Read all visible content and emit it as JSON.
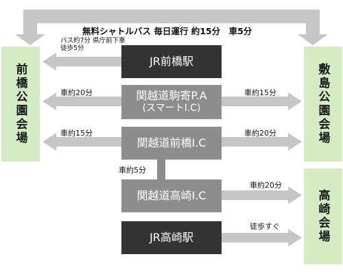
{
  "shuttle": {
    "text": "無料シャトルバス 毎日運行 約15分　車5分"
  },
  "venues": {
    "maebashi": "前橋公園会場",
    "shikishima": "敷島公園会場",
    "takasaki": "高崎会場"
  },
  "boxes": {
    "jr_maebashi": "JR前橋駅",
    "komayose_line1": "関越道駒寄P.A",
    "komayose_line2": "(スマートI.C)",
    "maebashi_ic": "関越道前橋I.C",
    "takasaki_ic": "関越道高崎I.C",
    "jr_takasaki": "JR高崎駅"
  },
  "labels": {
    "jr_maebashi_line1": "バス約7分 県庁前下車",
    "jr_maebashi_line2": "徒歩5分",
    "komayose_left": "車約20分",
    "komayose_right": "車約15分",
    "maebashi_ic_left": "車約15分",
    "maebashi_ic_right": "車約20分",
    "connector": "車約5分",
    "takasaki_ic_right": "車約20分",
    "jr_takasaki_right": "徒歩すぐ"
  },
  "colors": {
    "venue": "#d5ebc4",
    "dark_box": "#333333",
    "mid_box": "#8d8d8d",
    "arrow": "#c6c6c6"
  }
}
